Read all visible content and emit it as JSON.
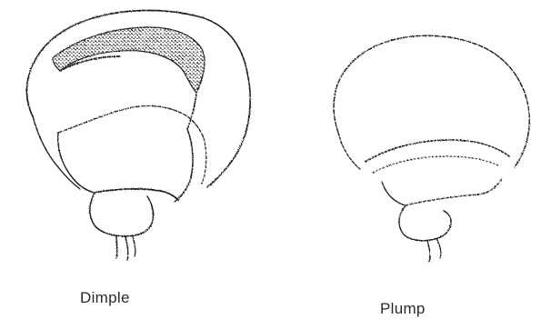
{
  "figures": [
    {
      "label": "Dimple",
      "icon": "dimple-shape-illustration"
    },
    {
      "label": "Plump",
      "icon": "plump-shape-illustration"
    }
  ],
  "colors": {
    "ink": "#1f1f1f",
    "background": "#ffffff"
  }
}
